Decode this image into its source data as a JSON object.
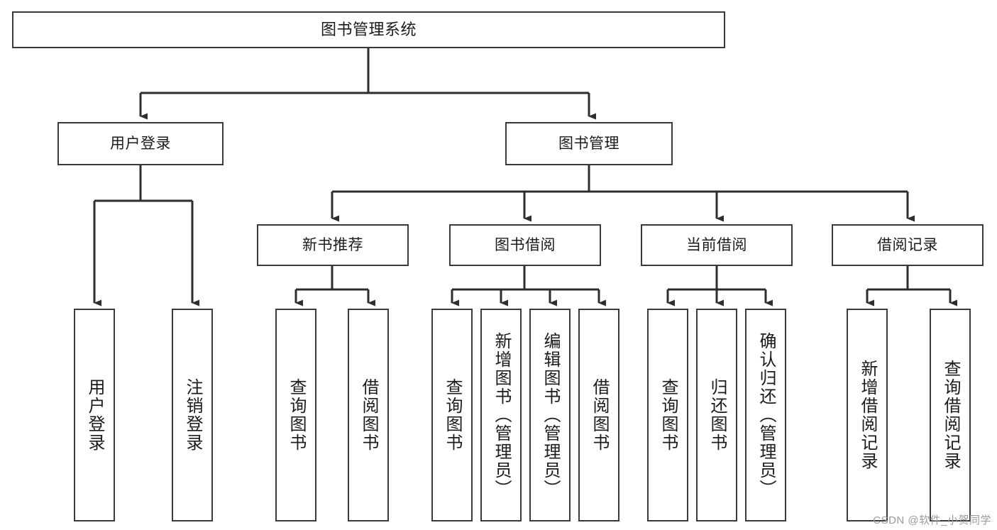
{
  "diagram": {
    "title": "图书管理系统",
    "stroke_color": "#3a3a3a",
    "fill_color": "#ffffff",
    "text_color": "#1b1b1b"
  },
  "root": {
    "label": "图书管理系统"
  },
  "level2": [
    {
      "label": "用户登录"
    },
    {
      "label": "图书管理"
    }
  ],
  "level3": [
    {
      "label": "新书推荐"
    },
    {
      "label": "图书借阅"
    },
    {
      "label": "当前借阅"
    },
    {
      "label": "借阅记录"
    }
  ],
  "leaves": {
    "user_login": [
      {
        "label": "用户登录"
      },
      {
        "label": "注销登录"
      }
    ],
    "new_book": [
      {
        "label": "查询图书"
      },
      {
        "label": "借阅图书"
      }
    ],
    "book_borrow": [
      {
        "label": "查询图书"
      },
      {
        "label": "新增图书（管理员）"
      },
      {
        "label": "编辑图书（管理员）"
      },
      {
        "label": "借阅图书"
      }
    ],
    "current_borrow": [
      {
        "label": "查询图书"
      },
      {
        "label": "归还图书"
      },
      {
        "label": "确认归还（管理员）"
      }
    ],
    "borrow_record": [
      {
        "label": "新增借阅记录"
      },
      {
        "label": "查询借阅记录"
      }
    ]
  },
  "watermark": {
    "text": "CSDN @软件_小贺同学"
  }
}
